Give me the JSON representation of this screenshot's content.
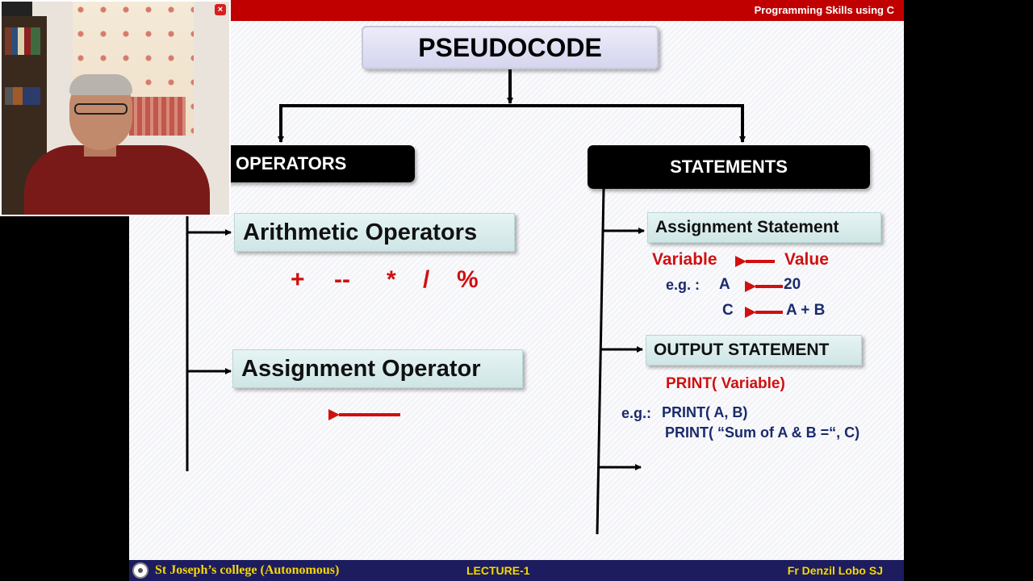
{
  "header": {
    "course_title": "Programming Skills using C"
  },
  "footer": {
    "college": "St Joseph’s college (Autonomous)",
    "lecture": "LECTURE-1",
    "presenter": "Fr Denzil Lobo SJ"
  },
  "diagram": {
    "title": "PSEUDOCODE",
    "operators": {
      "label": "OPERATORS",
      "arithmetic": {
        "label": "Arithmetic Operators",
        "symbols": [
          "+",
          "--",
          "*",
          "/",
          "%"
        ]
      },
      "assignment": {
        "label": "Assignment Operator"
      }
    },
    "statements": {
      "label": "STATEMENTS",
      "assignment": {
        "label": "Assignment Statement",
        "variable": "Variable",
        "value": "Value",
        "eg_label": "e.g. :",
        "ex1_left": "A",
        "ex1_right": "20",
        "ex2_left": "C",
        "ex2_right": "A +  B"
      },
      "output": {
        "label": "OUTPUT STATEMENT",
        "syntax": "PRINT( Variable)",
        "eg_label": "e.g.:",
        "ex1": "PRINT( A, B)",
        "ex2": "PRINT( “Sum of A & B =“, C)"
      }
    }
  },
  "webcam": {
    "close_icon": "×"
  },
  "colors": {
    "header": "#c00000",
    "footer": "#1c1c5e",
    "footer_text": "#f5d800",
    "accent_red": "#d01010",
    "navy": "#1a2a6c"
  }
}
